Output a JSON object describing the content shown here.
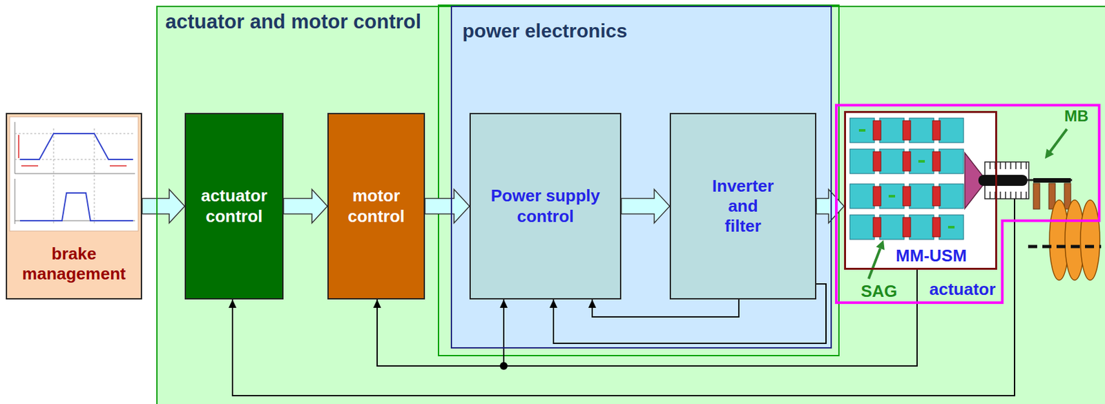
{
  "diagram": {
    "nodes": [
      {
        "text": [
          "brake management"
        ]
      },
      {
        "text": [
          "actuator and motor control"
        ]
      },
      {
        "text": [
          "actuator control"
        ],
        "in": 1
      },
      {
        "text": [
          "motor control"
        ],
        "in": 1
      },
      {
        "text": [
          "power electronics"
        ],
        "in": 1
      },
      {
        "text": [
          "Power supply control"
        ],
        "in": 4
      },
      {
        "text": [
          "Inverter and filter"
        ],
        "in": 4
      },
      {
        "text": [
          "actuator"
        ],
        "in": 1
      },
      {
        "text": [
          "MM-USM"
        ],
        "in": 7
      }
    ],
    "edges": [
      {
        "from": 0,
        "to": 2,
        "arrow": "to"
      },
      {
        "from": 2,
        "to": 3,
        "arrow": "to"
      },
      {
        "from": 3,
        "to": 5,
        "arrow": "to"
      },
      {
        "from": 5,
        "to": 6,
        "arrow": "to"
      },
      {
        "from": 6,
        "to": 8,
        "arrow": "to"
      },
      {
        "from": 6,
        "to": 5,
        "arrow": "to"
      },
      {
        "from": 6,
        "to": 5,
        "arrow": "to"
      },
      {
        "from": 8,
        "to": 5,
        "arrow": "to"
      },
      {
        "from": 8,
        "to": 3,
        "arrow": "to"
      },
      {
        "from": 7,
        "to": 2,
        "arrow": "to"
      }
    ],
    "labels": [
      "SAG",
      "MB"
    ]
  }
}
